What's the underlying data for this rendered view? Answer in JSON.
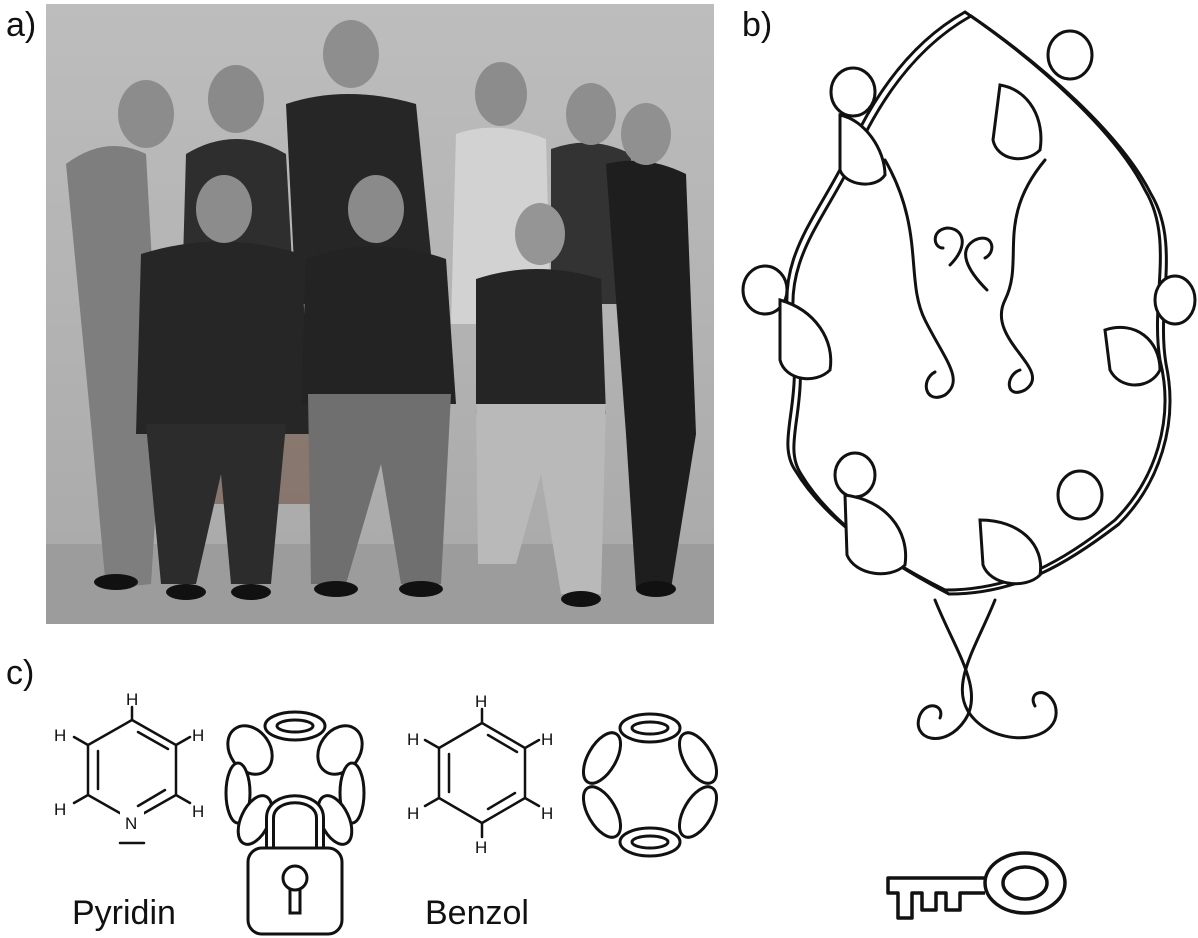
{
  "panels": {
    "a": {
      "label": "a)"
    },
    "b": {
      "label": "b)"
    },
    "c": {
      "label": "c)",
      "pyridine": {
        "name": "Pyridin",
        "atom_h": "H",
        "atom_n": "N"
      },
      "benzene": {
        "name": "Benzol",
        "atom_h": "H"
      }
    }
  },
  "icons": [
    "group-photograph",
    "monkey-ring-icon",
    "padlock-chain-icon",
    "chain-ring-icon",
    "key-icon"
  ],
  "colors": {
    "ink": "#111111",
    "photo_background": "#b5b5b5",
    "paper": "#ffffff"
  }
}
